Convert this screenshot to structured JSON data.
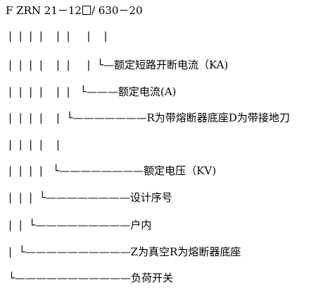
{
  "model_code": {
    "prefix": "F ZRN 21－12",
    "suffix": "/ 630－20"
  },
  "rows": [
    {
      "text": "|  |  |  |    |  |     |    |"
    },
    {
      "text": "|  |  |  |    |  |     |  └—额定短路开断电流（KA)"
    },
    {
      "text": "|  |  |  |    |  |   └———额定电流(A)"
    },
    {
      "text": "|  |  |  |    |  └———————R为带熔断器底座D为带接地刀"
    },
    {
      "text": "|  |  |  |    |"
    },
    {
      "text": "|  |  |  |   └————————额定电压（KV)"
    },
    {
      "text": "|  |  |  └————————设计序号"
    },
    {
      "text": "|  |  └—————————户内"
    },
    {
      "text": "|  └——————————Z为真空R为熔断器底座"
    },
    {
      "text": "└———————————负荷开关"
    }
  ]
}
